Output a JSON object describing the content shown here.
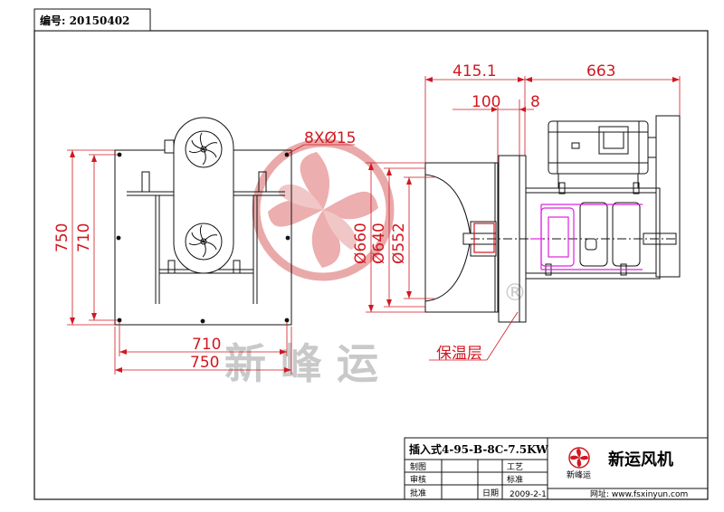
{
  "drawing_number": "编号: 20150402",
  "dimensions": {
    "top_total": "415.1",
    "top_right": "663",
    "offset_100": "100",
    "offset_8": "8",
    "holes": "8XØ15",
    "outer_height": "750",
    "inner_height": "710",
    "inner_width": "710",
    "outer_width": "750",
    "dia_660": "Ø660",
    "dia_640": "Ø640",
    "dia_552": "Ø552"
  },
  "insulation_label": "保温层",
  "watermark_text": "新 峰 运",
  "registered_mark": "®",
  "title_block": {
    "model": "插入式4-95-B-8C-7.5KW",
    "row1_left": "制图",
    "row1_mid": "工艺",
    "row2_left": "审核",
    "row2_mid": "标准",
    "row3_left": "批准",
    "row3_mid": "日期",
    "date": "2009-2-1",
    "company": "新运风机",
    "logo_caption": "新峰运",
    "website": "网址: www.fsxinyun.com"
  },
  "colors": {
    "dimension_red": "#d01820",
    "outline_magenta": "#e020e0",
    "line_black": "#111111",
    "watermark": "#c9c9c9"
  }
}
